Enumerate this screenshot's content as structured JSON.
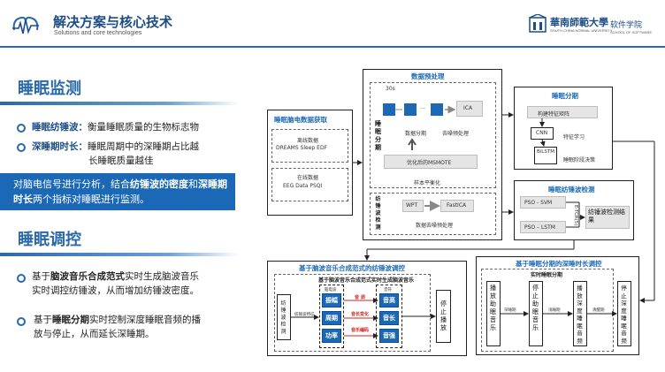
{
  "header": {
    "title": "解决方案与核心技术",
    "subtitle": "Solutions and core technologies",
    "university_name": "華南師範大學",
    "university_name_en": "SOUTH CHINA NORMAL UNIVERSITY",
    "school_name": "软件学院",
    "school_name_en": "SCHOOL OF SOFTWARE"
  },
  "left": {
    "section1_title": "睡眠监测",
    "bullet1_label": "睡眠纺锤波：",
    "bullet1_text": "衡量睡眠质量的生物标志物",
    "bullet2_label": "深睡期时长：",
    "bullet2_text_line1": "睡眠周期中的深睡期占比越",
    "bullet2_text_line2": "长睡眠质量越佳",
    "highlight": {
      "p1": "对脑电信号进行分析，结合",
      "b1": "纺锤波的密度",
      "p2": "和",
      "b2": "深睡期时长",
      "p3": "两个指标对睡眠进行监测。"
    },
    "section2_title": "睡眠调控",
    "bullet3": {
      "p1": "基于",
      "b1": "脑波音乐合成范式",
      "p2": "实时生成脑波音乐",
      "line2": "实时调控纺锤波，从而增加纺锤波密度。"
    },
    "bullet4": {
      "p1": "基于",
      "b1": "睡眠分期",
      "p2": "实时控制深度睡眠音频的播",
      "line2": "放与停止，从而延长深睡期。"
    }
  },
  "diagram": {
    "acq_title": "睡眠脑电数据获取",
    "acq_offline_label": "离线数据",
    "acq_offline_sets": "DREAMS     Sleep EDF",
    "acq_online_label": "在线数据",
    "acq_online_sets": "EEG Data     PSQI",
    "pre_title": "数据预处理",
    "pre_side_top": "睡眠分期",
    "pre_side_bottom": "纺锤波检测",
    "pre_30s": "30s",
    "pre_ica": "ICA",
    "pre_segment": "数据分期",
    "pre_denoise": "去噪预处理",
    "pre_msmote": "优化后的MSMOTE",
    "pre_balance": "样本平衡化",
    "pre_wpt": "WPT",
    "pre_fastica": "FastICA",
    "pre_denoise2": "数据去噪预处理",
    "stage_title": "睡眠分期",
    "stage_feat_rules": "构建特征矩阵",
    "stage_cnn": "CNN",
    "stage_feat_learn": "特征学习",
    "stage_bilstm": "BiLSTM",
    "stage_decision": "睡眠阶段决策",
    "spindle_title": "睡眠纺锤波检测",
    "spindle_svm": "PSO - SVM",
    "spindle_lstm": "PSO – LSTM",
    "spindle_etcr": "E-TCR(5)",
    "spindle_result": "纺锤波检测结果",
    "music_title": "基于脑波音乐合成范式的纺锤波调控",
    "music_subtitle": "基于脑波音乐合成范式实时生成脑波音乐",
    "music_input": "纺锤波检测",
    "music_to_features": "纺锤波特征",
    "music_feat_label": "脑电波",
    "music_features": [
      "振幅",
      "周期",
      "功率"
    ],
    "music_map1": "音 调",
    "music_map2": "音长变化",
    "music_map3": "音乐编码",
    "music_note_label": "音符",
    "music_notes": [
      "音高",
      "音长",
      "音强"
    ],
    "music_output": "停止播放",
    "deep_title": "基于睡眠分期的深睡时长调控",
    "deep_subtitle": "实时睡眠分期",
    "deep_step1": "播放助眠音乐",
    "deep_step2": "停止助眠音乐",
    "deep_step3": "播放深度睡眠音频",
    "deep_step4": "停止深度睡眠音频",
    "deep_lbl1": "深睡期",
    "deep_lbl2": "浅睡期",
    "deep_lbl3": "清醒期"
  }
}
